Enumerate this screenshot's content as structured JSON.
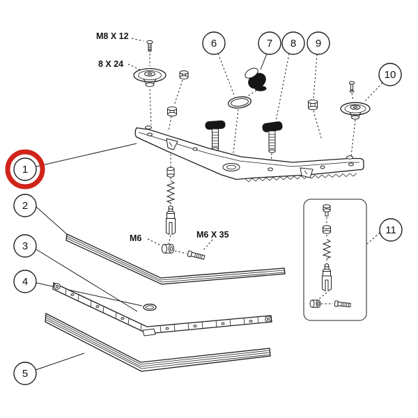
{
  "figure": {
    "type": "exploded-parts-diagram",
    "background": "#ffffff",
    "line_color": "#1d1d1d",
    "highlight_color": "#d0241a",
    "highlighted_item": "1",
    "callouts": [
      {
        "num": "1"
      },
      {
        "num": "2"
      },
      {
        "num": "3"
      },
      {
        "num": "4"
      },
      {
        "num": "5"
      },
      {
        "num": "6"
      },
      {
        "num": "7"
      },
      {
        "num": "8"
      },
      {
        "num": "9"
      },
      {
        "num": "10"
      },
      {
        "num": "11"
      }
    ],
    "labels": {
      "bolt_top": "M8 X 12",
      "washer_top": "8 X 24",
      "nut_mid": "M6",
      "bolt_mid": "M6 X 35"
    }
  }
}
